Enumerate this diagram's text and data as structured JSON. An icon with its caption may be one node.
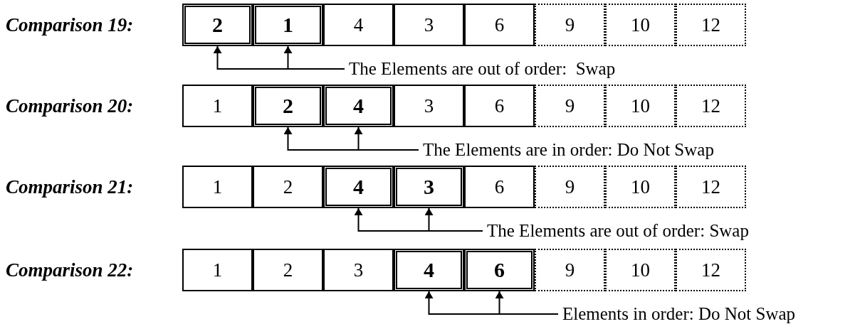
{
  "diagram": {
    "nodes": [
      {
        "text": [
          "2"
        ]
      },
      {
        "text": [
          "1"
        ]
      },
      {
        "text": [
          "4"
        ]
      },
      {
        "text": [
          "3"
        ]
      },
      {
        "text": [
          "6"
        ]
      },
      {
        "text": [
          "9"
        ]
      },
      {
        "text": [
          "10"
        ]
      },
      {
        "text": [
          "12"
        ]
      },
      {
        "text": [
          "The Elements are out of order:  Swap"
        ]
      },
      {
        "text": [
          "1"
        ]
      },
      {
        "text": [
          "2"
        ]
      },
      {
        "text": [
          "4"
        ]
      },
      {
        "text": [
          "3"
        ]
      },
      {
        "text": [
          "6"
        ]
      },
      {
        "text": [
          "9"
        ]
      },
      {
        "text": [
          "10"
        ]
      },
      {
        "text": [
          "12"
        ]
      },
      {
        "text": [
          "The Elements are in order: Do Not Swap"
        ]
      },
      {
        "text": [
          "1"
        ]
      },
      {
        "text": [
          "2"
        ]
      },
      {
        "text": [
          "4"
        ]
      },
      {
        "text": [
          "3"
        ]
      },
      {
        "text": [
          "6"
        ]
      },
      {
        "text": [
          "9"
        ]
      },
      {
        "text": [
          "10"
        ]
      },
      {
        "text": [
          "12"
        ]
      },
      {
        "text": [
          "The Elements are out of order: Swap"
        ]
      },
      {
        "text": [
          "1"
        ]
      },
      {
        "text": [
          "2"
        ]
      },
      {
        "text": [
          "3"
        ]
      },
      {
        "text": [
          "4"
        ]
      },
      {
        "text": [
          "6"
        ]
      },
      {
        "text": [
          "9"
        ]
      },
      {
        "text": [
          "10"
        ]
      },
      {
        "text": [
          "12"
        ]
      },
      {
        "text": [
          "Elements in order: Do Not Swap"
        ]
      }
    ],
    "edges": [
      {
        "from": 8,
        "to": 0,
        "arrow": "to"
      },
      {
        "from": 8,
        "to": 1,
        "arrow": "to"
      },
      {
        "from": 17,
        "to": 10,
        "arrow": "to"
      },
      {
        "from": 17,
        "to": 11,
        "arrow": "to"
      },
      {
        "from": 26,
        "to": 20,
        "arrow": "to"
      },
      {
        "from": 26,
        "to": 21,
        "arrow": "to"
      },
      {
        "from": 35,
        "to": 30,
        "arrow": "to"
      },
      {
        "from": 35,
        "to": 31,
        "arrow": "to"
      }
    ],
    "labels": [
      "Comparison 19:",
      "Comparison 20:",
      "Comparison 21:",
      "Comparison 22:"
    ]
  }
}
